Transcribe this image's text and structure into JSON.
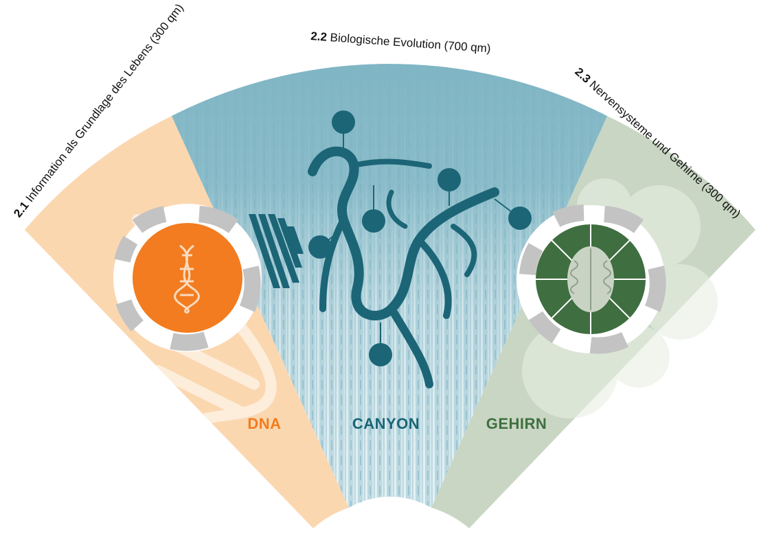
{
  "sections": [
    {
      "number": "2.1",
      "title": "Information als Grundlage des Lebens (300 qm)",
      "label": "DNA",
      "color": "#f27c1f"
    },
    {
      "number": "2.2",
      "title": "Biologische Evolution (700 qm)",
      "label": "CANYON",
      "color": "#1b6576"
    },
    {
      "number": "2.3",
      "title": "Nervensysteme und Gehirne (300 qm)",
      "label": "GEHIRN",
      "color": "#3e7040"
    }
  ],
  "colors": {
    "dna_sector": "#fbd7b0",
    "canyon_sector": "#7fb5c4",
    "brain_sector": "#c9d6c3",
    "dna_disc": "#f27c1f",
    "brain_disc": "#3f6e40",
    "ring_gray": "#c3c3c3",
    "river": "#1b6576"
  },
  "icons": [
    "dna-icon",
    "brain-icon",
    "canyon-river-icon"
  ]
}
